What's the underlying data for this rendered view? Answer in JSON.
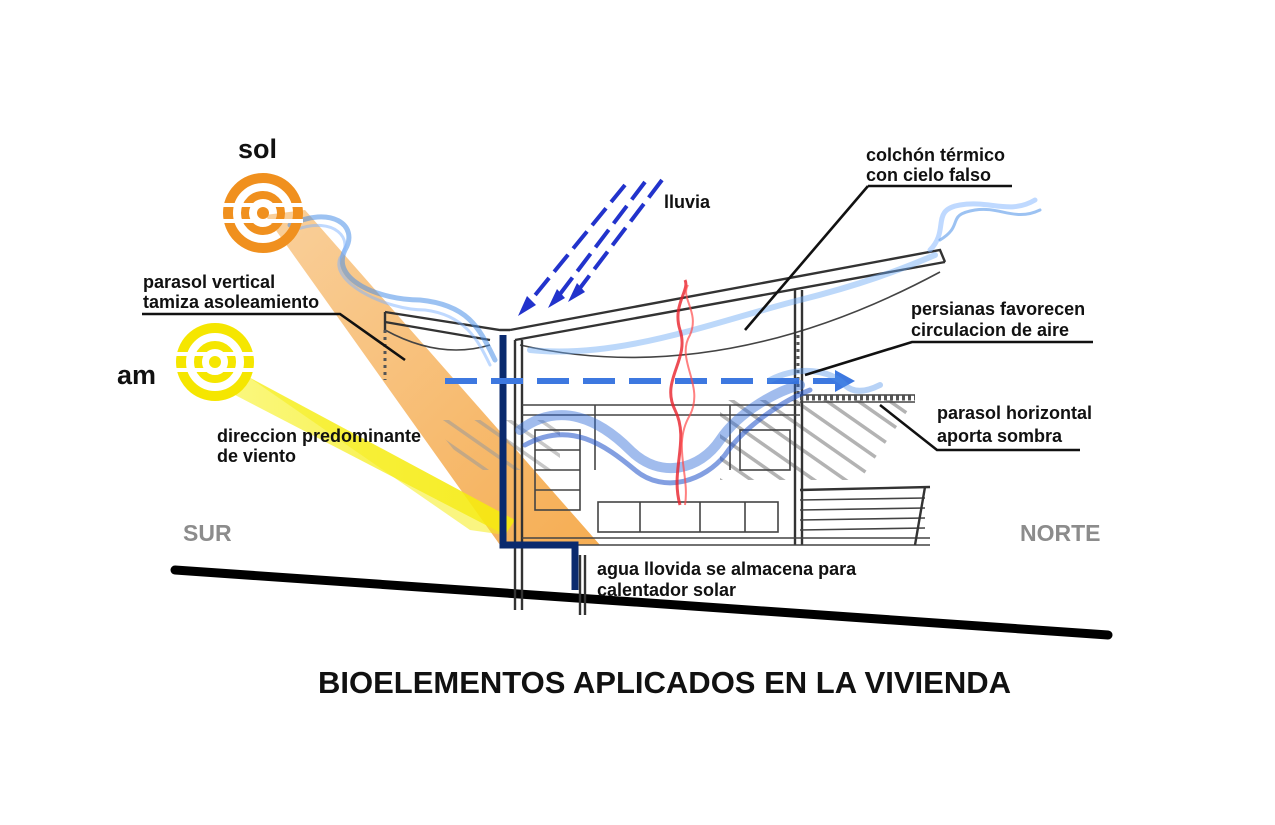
{
  "title": "BIOELEMENTOS APLICADOS EN LA VIVIENDA",
  "sun_labels": {
    "sol": "sol",
    "am": "am"
  },
  "orientation": {
    "south": "SUR",
    "north": "NORTE"
  },
  "annotations": {
    "lluvia": "lluvia",
    "colchon_line1": "colchón térmico",
    "colchon_line2": "con cielo falso",
    "parasol_vertical_line1": "parasol vertical",
    "parasol_vertical_line2": "tamiza asoleamiento",
    "persianas_line1": "persianas favorecen",
    "persianas_line2": "circulacion de aire",
    "parasol_horizontal_line1": "parasol horizontal",
    "parasol_horizontal_line2": "aporta sombra",
    "viento_line1": "direccion predominante",
    "viento_line2": "de viento",
    "agua_line1": "agua llovida se almacena para",
    "agua_line2": "calentador solar"
  },
  "colors": {
    "sun_orange": "#f0901e",
    "sun_yellow": "#f5e600",
    "rain_blue": "#2233cc",
    "wind_blue": "#3d78e0",
    "smoke_blue": "#4a8fe8",
    "heat_red": "#e8202a",
    "downpipe_navy": "#0a2a6e",
    "hatch_gray": "#9a9a9a",
    "orientation_gray": "#8c8c8c"
  }
}
